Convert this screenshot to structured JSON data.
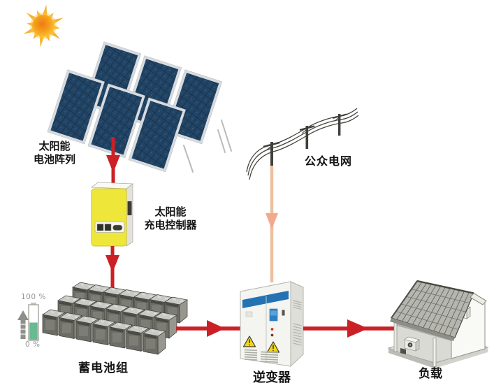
{
  "diagram": {
    "type": "solar-power-system-schematic",
    "background": "#ffffff"
  },
  "nodes": {
    "sun": {
      "icon": "sun-icon"
    },
    "solar_array": {
      "label_line1": "太阳能",
      "label_line2": "电池阵列",
      "panel_count": 6
    },
    "charge_controller": {
      "label_line1": "太阳能",
      "label_line2": "充电控制器"
    },
    "battery_bank": {
      "label": "蓄电池组",
      "battery_count": 21,
      "gauge": {
        "max_label": "100 %",
        "min_label": "0 %",
        "level_percent": 50
      }
    },
    "inverter": {
      "label": "逆变器"
    },
    "public_grid": {
      "label": "公众电网",
      "pole_count": 3
    },
    "load_house": {
      "label": "负载"
    }
  },
  "edges": [
    {
      "from": "solar_array",
      "to": "charge_controller",
      "style": "arrow",
      "color": "#cb2026"
    },
    {
      "from": "charge_controller",
      "to": "battery_bank",
      "style": "arrow",
      "color": "#cb2026"
    },
    {
      "from": "battery_bank",
      "to": "inverter",
      "style": "arrow",
      "color": "#cb2026"
    },
    {
      "from": "inverter",
      "to": "load_house",
      "style": "arrow",
      "color": "#cb2026"
    },
    {
      "from": "public_grid",
      "to": "inverter",
      "style": "arrow",
      "color": "#f2a98c"
    }
  ],
  "colors": {
    "background": "#ffffff",
    "arrow_red": "#cb2026",
    "arrow_grid_salmon": "#f2a98c",
    "panel_blue": "#224566",
    "controller_yellow": "#eee73a",
    "inverter_stripe_blue": "#2272b4",
    "gauge_green": "#68ba90",
    "sun_orange": "#f59e1b"
  }
}
